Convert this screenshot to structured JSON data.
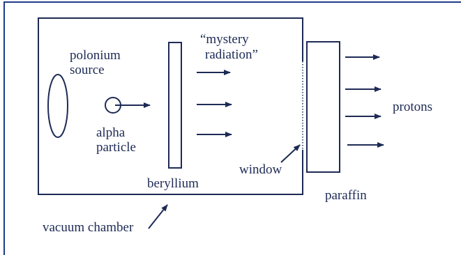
{
  "diagram": {
    "labels": {
      "polonium_line1": "polonium",
      "polonium_line2": "source",
      "alpha_line1": "alpha",
      "alpha_line2": "particle",
      "mystery_line1": "“mystery",
      "mystery_line2": "radiation”",
      "beryllium": "beryllium",
      "window": "window",
      "paraffin": "paraffin",
      "protons": "protons",
      "vacuum_chamber": "vacuum chamber"
    },
    "colors": {
      "ink": "#1d2a55",
      "frame": "#1f3a8a",
      "background": "#ffffff"
    }
  }
}
